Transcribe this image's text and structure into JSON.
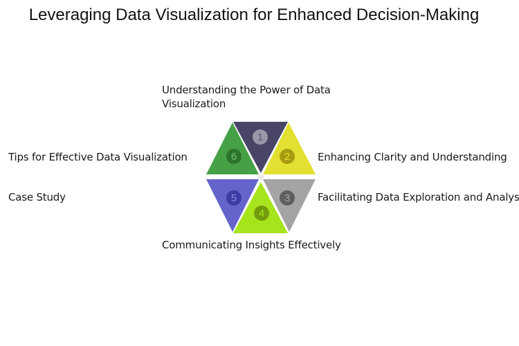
{
  "title": "Leveraging Data Visualization for Enhanced Decision-Making",
  "segments": [
    {
      "number": "1",
      "label": "Understanding the Power of Data Visualization",
      "color": "#484566",
      "badge": "#9a98a8",
      "text_color": "#5d5a74"
    },
    {
      "number": "2",
      "label": "Enhancing Clarity and Understanding",
      "color": "#e2e030",
      "badge": "#a89b12",
      "text_color": "#e2e030"
    },
    {
      "number": "3",
      "label": "Facilitating Data Exploration and Analysis",
      "color": "#a4a4a4",
      "badge": "#5e5e5e",
      "text_color": "#a4a4a4"
    },
    {
      "number": "4",
      "label": "Communicating Insights Effectively",
      "color": "#a6e41c",
      "badge": "#729c0c",
      "text_color": "#a6e41c"
    },
    {
      "number": "5",
      "label": "Case Study",
      "color": "#6464cc",
      "badge": "#3c3ca4",
      "text_color": "#8c8ce0"
    },
    {
      "number": "6",
      "label": "Tips for Effective Data Visualization",
      "color": "#46a146",
      "badge": "#2c742c",
      "text_color": "#70c070"
    }
  ]
}
